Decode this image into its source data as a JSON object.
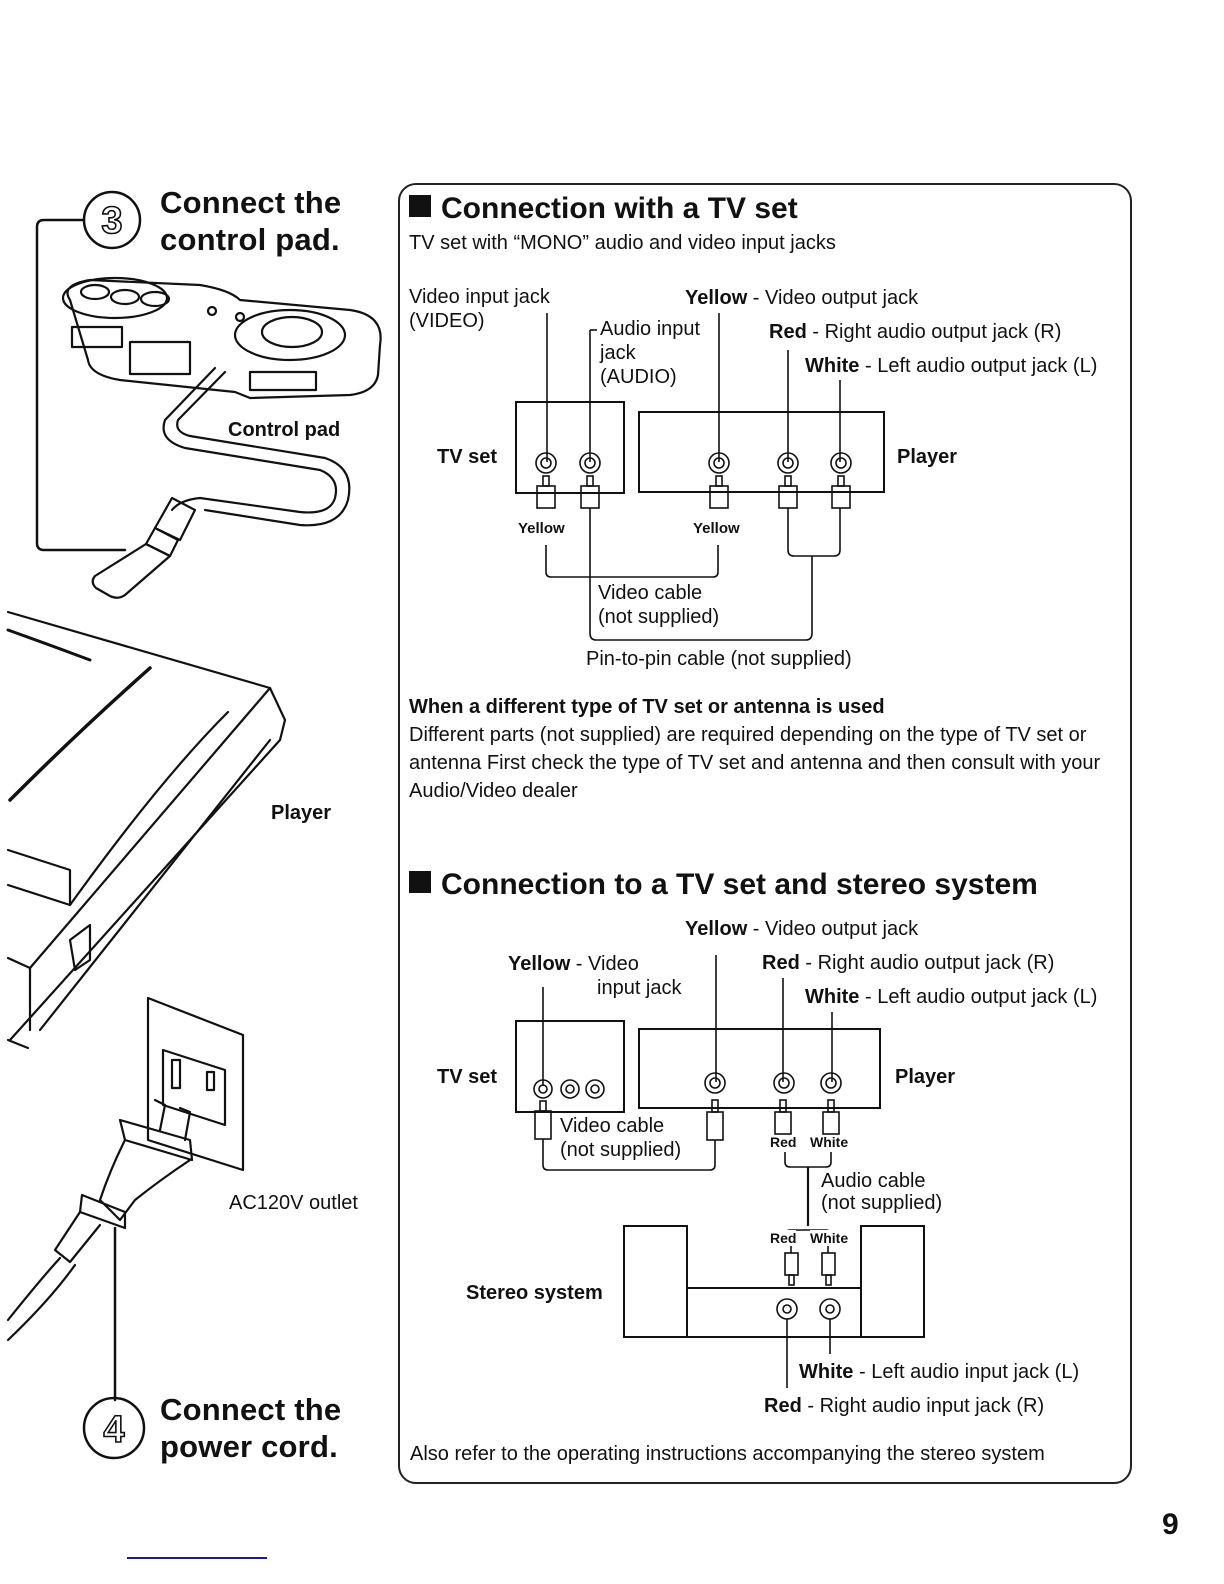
{
  "page_number": "9",
  "left_column": {
    "step3": {
      "number": "3",
      "title_line1": "Connect the",
      "title_line2": "control pad."
    },
    "control_pad_label": "Control pad",
    "player_label": "Player",
    "outlet_label": "AC120V outlet",
    "step4": {
      "number": "4",
      "title_line1": "Connect the",
      "title_line2": "power cord."
    }
  },
  "section_tv": {
    "title": "Connection with a TV set",
    "subtitle": "TV set with “MONO” audio and video input jacks",
    "labels": {
      "video_input_line1": "Video input jack",
      "video_input_line2": "(VIDEO)",
      "audio_input_line1": "Audio input",
      "audio_input_line2": "jack",
      "audio_input_line3": "(AUDIO)",
      "yellow_color": "Yellow",
      "yellow_desc": " - Video output jack",
      "red_color": "Red",
      "red_desc": " - Right audio output jack (R)",
      "white_color": "White",
      "white_desc": " - Left audio output jack (L)",
      "tv_set": "TV set",
      "player": "Player",
      "plug_yellow_tv": "Yellow",
      "plug_yellow_player": "Yellow",
      "video_cable_line1": "Video cable",
      "video_cable_line2": "(not supplied)",
      "pin_cable": "Pin-to-pin cable (not supplied)"
    },
    "note_heading": "When a different type of TV set or antenna is used",
    "note_body": "Different parts (not supplied) are required depending on the type of TV set or antenna  First check the type of TV set and antenna and then consult with your Audio/Video dealer"
  },
  "section_stereo": {
    "title": "Connection to a TV set and stereo system",
    "labels": {
      "yellow_out_color": "Yellow",
      "yellow_out_desc": " - Video output jack",
      "yellow_in_color": "Yellow",
      "yellow_in_desc_line1": " - Video",
      "yellow_in_desc_line2": "input jack",
      "red_out_color": "Red",
      "red_out_desc": " - Right audio output jack (R)",
      "white_out_color": "White",
      "white_out_desc": " - Left audio output jack (L)",
      "tv_set": "TV set",
      "player": "Player",
      "video_cable_line1": "Video cable",
      "video_cable_line2": "(not supplied)",
      "plug_red": "Red",
      "plug_white": "White",
      "audio_cable_line1": "Audio cable",
      "audio_cable_line2": "(not supplied)",
      "stereo_plug_red": "Red",
      "stereo_plug_white": "White",
      "stereo_system": "Stereo system",
      "white_in_color": "White",
      "white_in_desc": " - Left audio input jack (L)",
      "red_in_color": "Red",
      "red_in_desc": " - Right audio input jack (R)"
    },
    "footer_note": "Also refer to the operating instructions accompanying the stereo system"
  }
}
